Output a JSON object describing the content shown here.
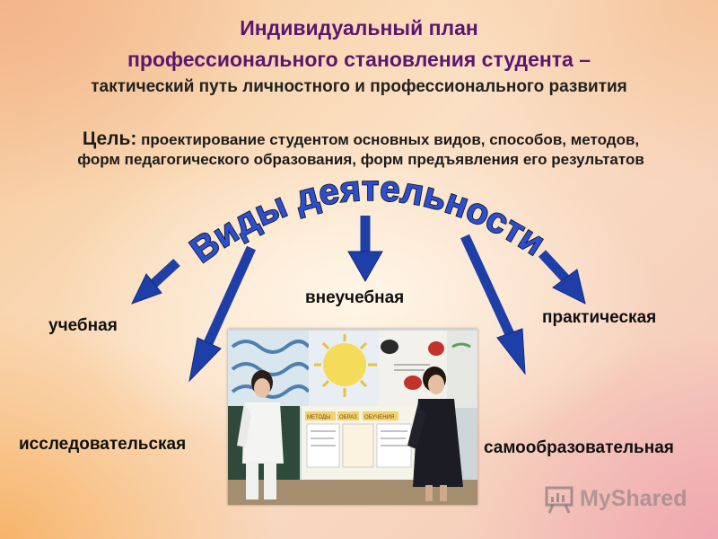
{
  "header": {
    "title_line1": "Индивидуальный план",
    "title_line2": "профессионального становления студента",
    "title_dash": "–",
    "title_line3": "тактический путь личностного и профессионального развития"
  },
  "goal": {
    "label": "Цель:",
    "text_line1": "проектирование студентом основных видов, способов, методов,",
    "text_line2": "форм педагогического образования, форм предъявления его результатов"
  },
  "arc_title": "Виды деятельности",
  "activities": {
    "ucheb": "учебная",
    "vneucheb": "внеучебная",
    "prakt": "практическая",
    "issled": "исследовательская",
    "samoobr": "самообразовательная"
  },
  "photo": {
    "board_labels": [
      "МЕТОДЫ",
      "ОБРАЗ",
      "ОБУЧЕНИЯ"
    ]
  },
  "watermark": {
    "brand": "MyShared"
  },
  "colors": {
    "title": "#5a1670",
    "arrow": "#1f3fa8",
    "arc_text_fill": "#2b4fd0",
    "arc_text_stroke": "#111111"
  }
}
